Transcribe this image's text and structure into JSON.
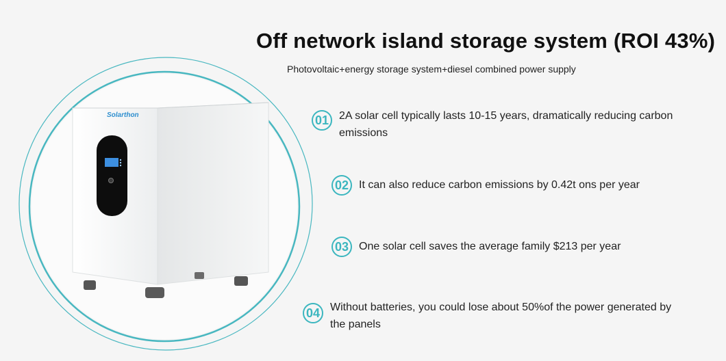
{
  "header": {
    "title": "Off network island storage system (ROI 43%)",
    "subtitle": "Photovoltaic+energy storage system+diesel combined power supply"
  },
  "product": {
    "brand": "Solarthon"
  },
  "features": [
    {
      "number": "01",
      "text": "2A solar cell typically lasts 10-15 years, dramatically reducing carbon emissions"
    },
    {
      "number": "02",
      "text": "It can also reduce carbon emissions by 0.42t ons per year"
    },
    {
      "number": "03",
      "text": "One solar cell saves the average family $213 per year"
    },
    {
      "number": "04",
      "text": "Without batteries, you could lose about 50%of the power generated by the panels"
    }
  ],
  "colors": {
    "accent": "#3bb6bf",
    "background": "#f5f5f5",
    "text": "#222222"
  }
}
